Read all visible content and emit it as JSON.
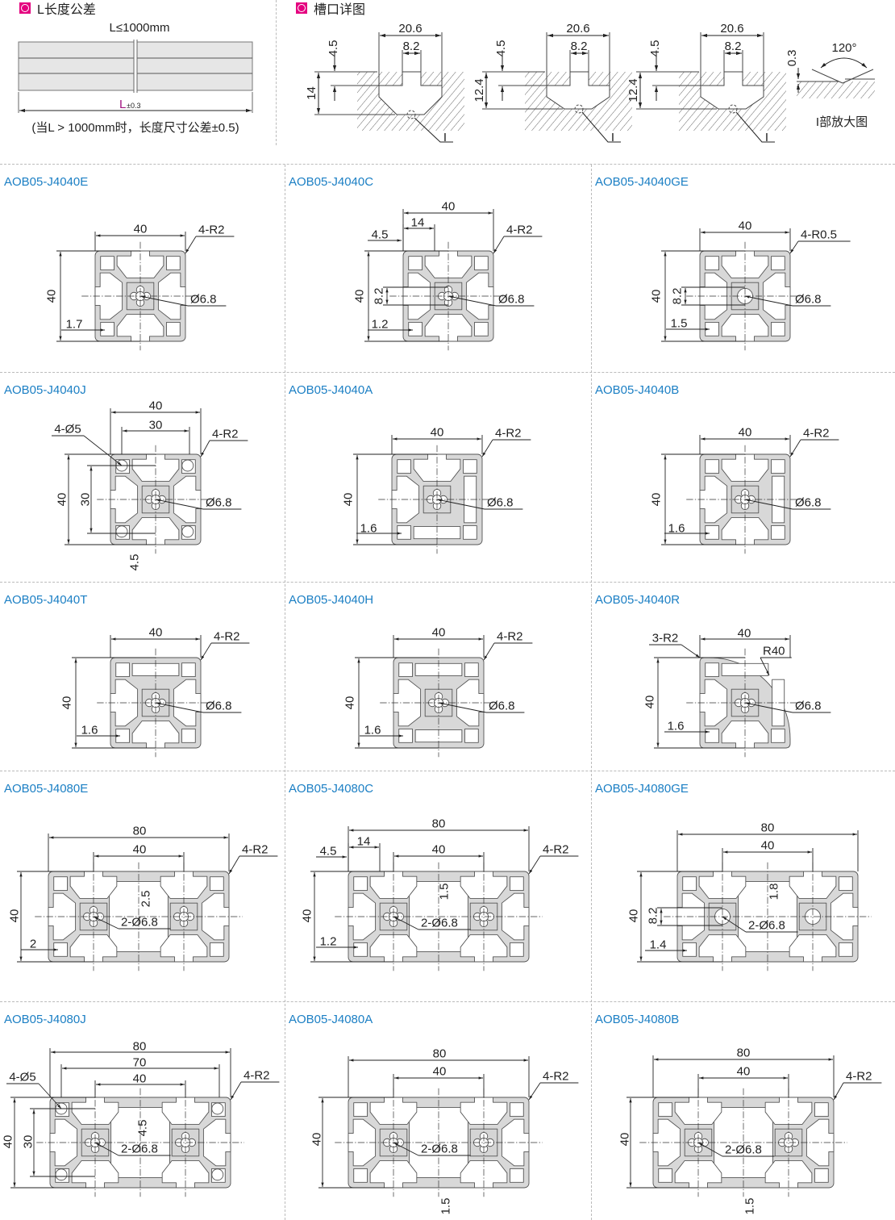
{
  "top": {
    "tolerance": {
      "title": "L长度公差",
      "length_label": "L≤1000mm",
      "dim_L": "L",
      "dim_tol": "±0.3",
      "note": "(当L > 1000mm时，长度尺寸公差±0.5)",
      "accent": "#e4007f"
    },
    "slot_detail": {
      "title": "槽口详图",
      "details": [
        {
          "width": "20.6",
          "opening": "8.2",
          "lip": "4.5",
          "depth": "14",
          "callout": "I"
        },
        {
          "width": "20.6",
          "opening": "8.2",
          "lip": "4.5",
          "depth": "12.4",
          "callout": "I"
        },
        {
          "width": "20.6",
          "opening": "8.2",
          "lip": "4.5",
          "depth": "12.4",
          "callout": "I"
        }
      ],
      "enlarged": {
        "depth": "0.3",
        "angle": "120°",
        "caption": "I部放大图"
      }
    }
  },
  "title_color": "#1b7fc4",
  "profiles": [
    {
      "name": "AOB05-J4040E",
      "labels": {
        "width": "40",
        "height": "40",
        "corner": "4-R2",
        "hole": "Ø6.8",
        "edge": "1.7"
      }
    },
    {
      "name": "AOB05-J4040C",
      "labels": {
        "width": "40",
        "slot_width": "14",
        "slot_offset": "4.5",
        "height": "40",
        "slot_height": "8.2",
        "corner": "4-R2",
        "hole": "Ø6.8",
        "edge": "1.2"
      }
    },
    {
      "name": "AOB05-J4040GE",
      "labels": {
        "width": "40",
        "height": "40",
        "slot_height": "8.2",
        "corner": "4-R0.5",
        "hole": "Ø6.8",
        "edge": "1.5"
      }
    },
    {
      "name": "AOB05-J4040J",
      "labels": {
        "width": "40",
        "inner_width": "30",
        "holes": "4-Ø5",
        "corner": "4-R2",
        "height": "40",
        "inner_height": "30",
        "hole": "Ø6.8",
        "bottom": "4.5"
      }
    },
    {
      "name": "AOB05-J4040A",
      "labels": {
        "width": "40",
        "corner": "4-R2",
        "height": "40",
        "hole": "Ø6.8",
        "edge": "1.6"
      }
    },
    {
      "name": "AOB05-J4040B",
      "labels": {
        "width": "40",
        "corner": "4-R2",
        "height": "40",
        "hole": "Ø6.8",
        "edge": "1.6"
      }
    },
    {
      "name": "AOB05-J4040T",
      "labels": {
        "width": "40",
        "corner": "4-R2",
        "height": "40",
        "hole": "Ø6.8",
        "edge": "1.6"
      }
    },
    {
      "name": "AOB05-J4040H",
      "labels": {
        "width": "40",
        "corner": "4-R2",
        "height": "40",
        "hole": "Ø6.8",
        "edge": "1.6"
      }
    },
    {
      "name": "AOB05-J4040R",
      "labels": {
        "width": "40",
        "corner": "3-R2",
        "radius": "R40",
        "height": "40",
        "hole": "Ø6.8",
        "edge": "1.6"
      }
    },
    {
      "name": "AOB05-J4080E",
      "labels": {
        "width": "80",
        "inner_width": "40",
        "corner": "4-R2",
        "height": "40",
        "inner": "2.5",
        "hole": "2-Ø6.8",
        "edge": "2"
      }
    },
    {
      "name": "AOB05-J4080C",
      "labels": {
        "width": "80",
        "slot_width": "14",
        "slot_offset": "4.5",
        "inner_width": "40",
        "corner": "4-R2",
        "height": "40",
        "inner": "1.5",
        "hole": "2-Ø6.8",
        "edge": "1.2"
      }
    },
    {
      "name": "AOB05-J4080GE",
      "labels": {
        "width": "80",
        "inner_width": "40",
        "height": "40",
        "slot_height": "8.2",
        "inner": "1.8",
        "hole": "2-Ø6.8",
        "edge": "1.4"
      }
    },
    {
      "name": "AOB05-J4080J",
      "labels": {
        "width": "80",
        "mid_width": "70",
        "inner_width": "40",
        "holes": "4-Ø5",
        "corner": "4-R2",
        "height": "40",
        "inner_height": "30",
        "inner": "4.5",
        "hole": "2-Ø6.8"
      }
    },
    {
      "name": "AOB05-J4080A",
      "labels": {
        "width": "80",
        "inner_width": "40",
        "corner": "4-R2",
        "height": "40",
        "hole": "2-Ø6.8",
        "bottom": "1.5"
      }
    },
    {
      "name": "AOB05-J4080B",
      "labels": {
        "width": "80",
        "inner_width": "40",
        "corner": "4-R2",
        "height": "40",
        "hole": "2-Ø6.8",
        "bottom": "1.5"
      }
    }
  ]
}
